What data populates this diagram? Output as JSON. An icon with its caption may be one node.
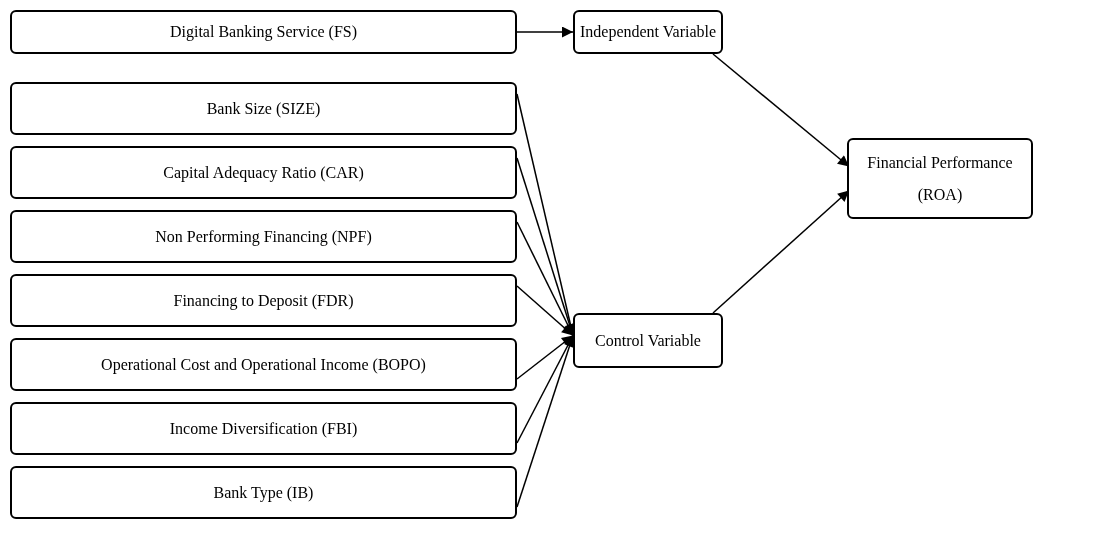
{
  "diagram": {
    "nodes": [
      {
        "text": [
          "Digital Banking Service (FS)"
        ]
      },
      {
        "text": [
          "Bank Size (SIZE)"
        ]
      },
      {
        "text": [
          "Capital Adequacy Ratio (CAR)"
        ]
      },
      {
        "text": [
          "Non Performing Financing (NPF)"
        ]
      },
      {
        "text": [
          "Financing to Deposit (FDR)"
        ]
      },
      {
        "text": [
          "Operational Cost and Operational Income (BOPO)"
        ]
      },
      {
        "text": [
          "Income Diversification (FBI)"
        ]
      },
      {
        "text": [
          "Bank Type (IB)"
        ]
      },
      {
        "text": [
          "Independent Variable"
        ]
      },
      {
        "text": [
          "Control Variable"
        ]
      },
      {
        "text": [
          "Financial Performance (ROA)"
        ]
      }
    ],
    "edges": [
      {
        "from": 0,
        "to": 8,
        "arrow": "to"
      },
      {
        "from": 1,
        "to": 9,
        "arrow": "to"
      },
      {
        "from": 2,
        "to": 9,
        "arrow": "to"
      },
      {
        "from": 3,
        "to": 9,
        "arrow": "to"
      },
      {
        "from": 4,
        "to": 9,
        "arrow": "to"
      },
      {
        "from": 5,
        "to": 9,
        "arrow": "to"
      },
      {
        "from": 6,
        "to": 9,
        "arrow": "to"
      },
      {
        "from": 7,
        "to": 9,
        "arrow": "to"
      },
      {
        "from": 8,
        "to": 10,
        "arrow": "to"
      },
      {
        "from": 9,
        "to": 10,
        "arrow": "to"
      }
    ]
  }
}
